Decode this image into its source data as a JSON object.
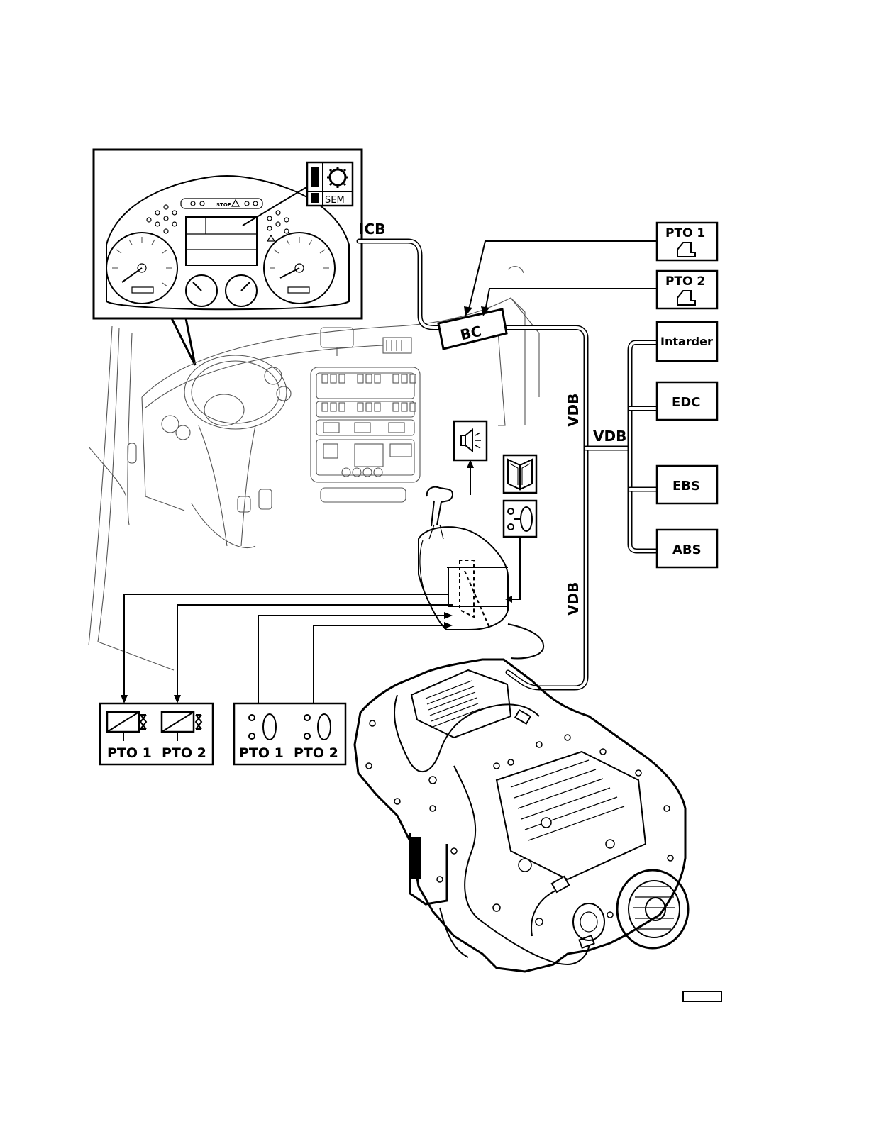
{
  "labels": {
    "icb": "ICB",
    "bc": "BC",
    "vdb_vertical_upper": "VDB",
    "vdb_horizontal": "VDB",
    "vdb_vertical_lower": "VDB"
  },
  "ecu_boxes": {
    "pto1": "PTO 1",
    "pto2": "PTO 2",
    "intarder": "Intarder",
    "edc": "EDC",
    "ebs": "EBS",
    "abs": "ABS"
  },
  "bottom_panels": {
    "valves": {
      "pto1": "PTO 1",
      "pto2": "PTO 2"
    },
    "switches": {
      "pto1": "PTO 1",
      "pto2": "PTO 2"
    }
  },
  "cluster_display": {
    "indicator": "SEM",
    "warning_text": "STOP"
  },
  "icons": [
    "gearbox-icon",
    "cog-icon",
    "horn-icon",
    "door-icon",
    "switch-icon",
    "pto-icon",
    "solenoid-valve-icon"
  ]
}
